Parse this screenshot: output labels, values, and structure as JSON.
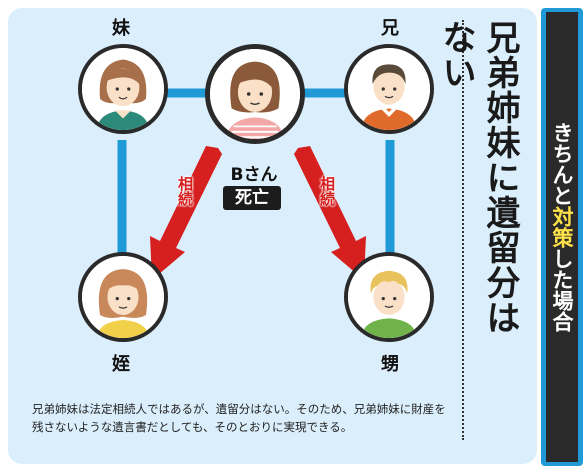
{
  "people": {
    "sister": "妹",
    "brother": "兄",
    "niece": "姪",
    "nephew": "甥",
    "b_name": "Bさん",
    "b_status": "死亡"
  },
  "arrows": {
    "left_label": "相続",
    "right_label": "相続"
  },
  "title_vertical": "兄弟姉妹に遺留分はない",
  "sidebar": {
    "pre": "きちんと",
    "hl1": "対",
    "hl2": "策",
    "post": "した場合"
  },
  "note": "兄弟姉妹は法定相続人ではあるが、遺留分はない。そのため、兄弟姉妹に財産を残さないような遺言書だとしても、そのとおりに実現できる。",
  "colors": {
    "line": "#1f9ad6",
    "arrow": "#d61f1f",
    "panel": "#dbeefb"
  }
}
